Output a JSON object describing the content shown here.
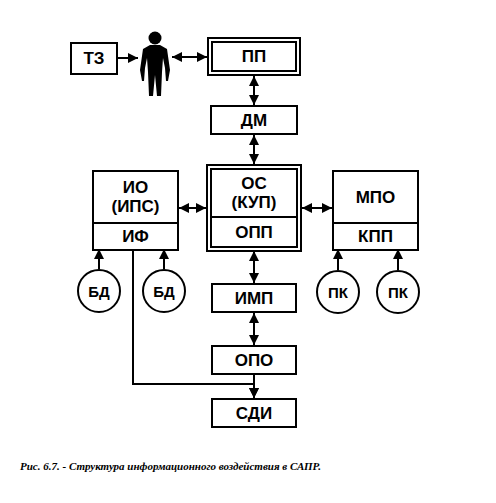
{
  "diagram": {
    "caption": "Рис. 6.7. - Структура информационного воздействия в САПР.",
    "nodes": [
      {
        "text": [
          "ТЗ"
        ]
      },
      {
        "text": [
          "ПП"
        ]
      },
      {
        "text": [
          "ДМ"
        ]
      },
      {
        "text": [
          "ИО (ИПС)"
        ]
      },
      {
        "text": [
          "ИФ"
        ],
        "in": 3
      },
      {
        "text": [
          "ОС (КУП)"
        ]
      },
      {
        "text": [
          "ОПП"
        ],
        "in": 5
      },
      {
        "text": [
          "МПО"
        ]
      },
      {
        "text": [
          "КПП"
        ],
        "in": 7
      },
      {
        "text": [
          "БД"
        ]
      },
      {
        "text": [
          "БД"
        ]
      },
      {
        "text": [
          "ПК"
        ]
      },
      {
        "text": [
          "ПК"
        ]
      },
      {
        "text": [
          "ИМП"
        ]
      },
      {
        "text": [
          "ОПО"
        ]
      },
      {
        "text": [
          "СДИ"
        ]
      }
    ],
    "edges": [
      {
        "from": 1,
        "to": 2,
        "arrow": "both"
      },
      {
        "from": 2,
        "to": 5,
        "arrow": "both"
      },
      {
        "from": 5,
        "to": 3,
        "arrow": "both"
      },
      {
        "from": 5,
        "to": 7,
        "arrow": "both"
      },
      {
        "from": 9,
        "to": 4,
        "arrow": "to"
      },
      {
        "from": 10,
        "to": 4,
        "arrow": "to"
      },
      {
        "from": 11,
        "to": 8,
        "arrow": "to"
      },
      {
        "from": 12,
        "to": 8,
        "arrow": "to"
      },
      {
        "from": 6,
        "to": 13,
        "arrow": "both"
      },
      {
        "from": 13,
        "to": 14,
        "arrow": "both"
      },
      {
        "from": 14,
        "to": 15,
        "arrow": "to"
      },
      {
        "from": 4,
        "to": 15,
        "arrow": "to"
      }
    ]
  }
}
